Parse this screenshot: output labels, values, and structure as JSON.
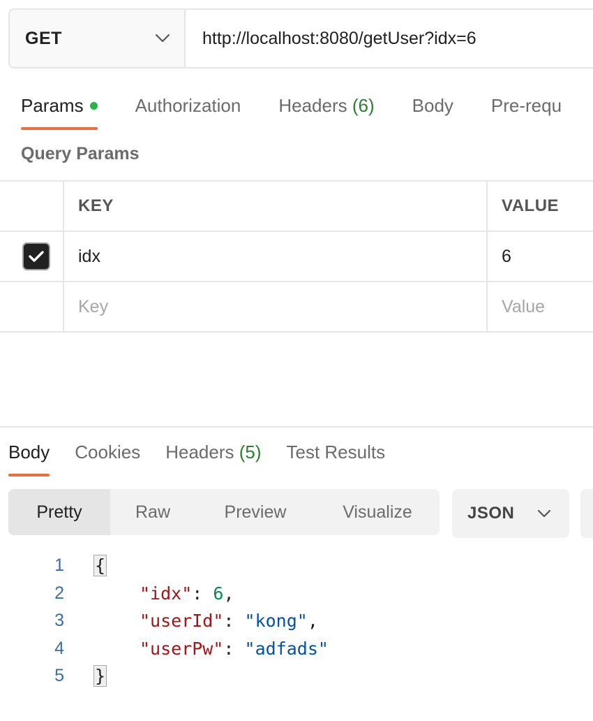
{
  "request": {
    "method": "GET",
    "url": "http://localhost:8080/getUser?idx=6"
  },
  "request_tabs": [
    {
      "label": "Params",
      "active": true
    },
    {
      "label": "Authorization"
    },
    {
      "label": "Headers",
      "count": "(6)"
    },
    {
      "label": "Body"
    },
    {
      "label": "Pre-requ"
    }
  ],
  "query_params": {
    "title": "Query Params",
    "columns": {
      "key": "KEY",
      "value": "VALUE"
    },
    "rows": [
      {
        "checked": true,
        "key": "idx",
        "value": "6"
      }
    ],
    "placeholder": {
      "key": "Key",
      "value": "Value"
    }
  },
  "response_tabs": [
    {
      "label": "Body",
      "active": true
    },
    {
      "label": "Cookies"
    },
    {
      "label": "Headers",
      "count": "(5)"
    },
    {
      "label": "Test Results"
    }
  ],
  "view_modes": [
    "Pretty",
    "Raw",
    "Preview",
    "Visualize"
  ],
  "format": "JSON",
  "code": {
    "line_numbers": [
      "1",
      "2",
      "3",
      "4",
      "5"
    ],
    "open_brace": "{",
    "close_brace": "}",
    "fields": [
      {
        "key": "\"idx\"",
        "value": "6",
        "kind": "num",
        "trail": ","
      },
      {
        "key": "\"userId\"",
        "value": "\"kong\"",
        "kind": "str",
        "trail": ","
      },
      {
        "key": "\"userPw\"",
        "value": "\"adfads\"",
        "kind": "str",
        "trail": ""
      }
    ]
  },
  "colors": {
    "accent": "#ef6c3d",
    "status_dot": "#26b34a",
    "count": "#2e7d32",
    "json_key": "#a31515",
    "json_number": "#098658",
    "json_string": "#0451a5"
  }
}
